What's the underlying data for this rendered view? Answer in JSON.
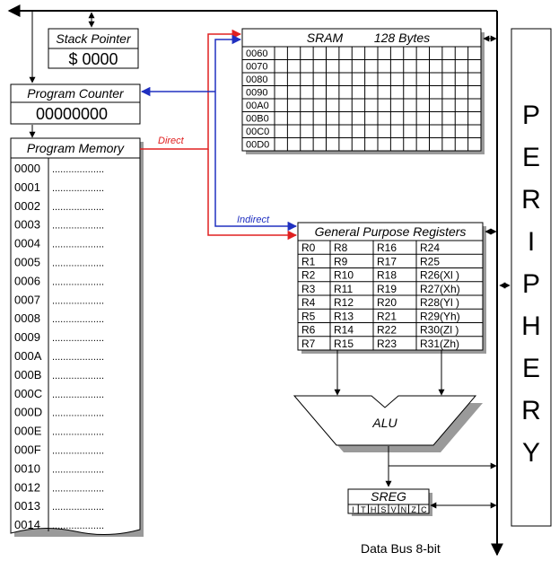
{
  "stack_pointer": {
    "title": "Stack Pointer",
    "value": "$ 0000"
  },
  "program_counter": {
    "title": "Program Counter",
    "value": "00000000"
  },
  "program_memory": {
    "title": "Program Memory",
    "addresses": [
      "0000",
      "0001",
      "0002",
      "0003",
      "0004",
      "0005",
      "0006",
      "0007",
      "0008",
      "0009",
      "000A",
      "000B",
      "000C",
      "000D",
      "000E",
      "000F",
      "0010",
      "0012",
      "0013",
      "0014"
    ],
    "filler": "..................."
  },
  "sram": {
    "title": "SRAM",
    "size": "128 Bytes",
    "rows": [
      "0060",
      "0070",
      "0080",
      "0090",
      "00A0",
      "00B0",
      "00C0",
      "00D0"
    ]
  },
  "gpr": {
    "title": "General Purpose Registers",
    "columns": [
      [
        "R0",
        "R1",
        "R2",
        "R3",
        "R4",
        "R5",
        "R6",
        "R7"
      ],
      [
        "R8",
        "R9",
        "R10",
        "R11",
        "R12",
        "R13",
        "R14",
        "R15"
      ],
      [
        "R16",
        "R17",
        "R18",
        "R19",
        "R20",
        "R21",
        "R22",
        "R23"
      ],
      [
        "R24",
        "R25",
        "R26(Xl )",
        "R27(Xh)",
        "R28(Yl )",
        "R29(Yh)",
        "R30(Zl )",
        "R31(Zh)"
      ]
    ]
  },
  "alu": {
    "label": "ALU"
  },
  "sreg": {
    "title": "SREG",
    "flags": [
      "I",
      "T",
      "H",
      "S",
      "V",
      "N",
      "Z",
      "C"
    ]
  },
  "periphery": {
    "label": "PERIPHERY",
    "letters": [
      "P",
      "E",
      "R",
      "I",
      "P",
      "H",
      "E",
      "R",
      "Y"
    ]
  },
  "data_bus": {
    "label": "Data Bus 8-bit"
  },
  "labels": {
    "direct": "Direct",
    "indirect": "Indirect"
  },
  "colors": {
    "direct": "#e02020",
    "indirect": "#2030c0",
    "shadow": "#9a9a9a"
  }
}
